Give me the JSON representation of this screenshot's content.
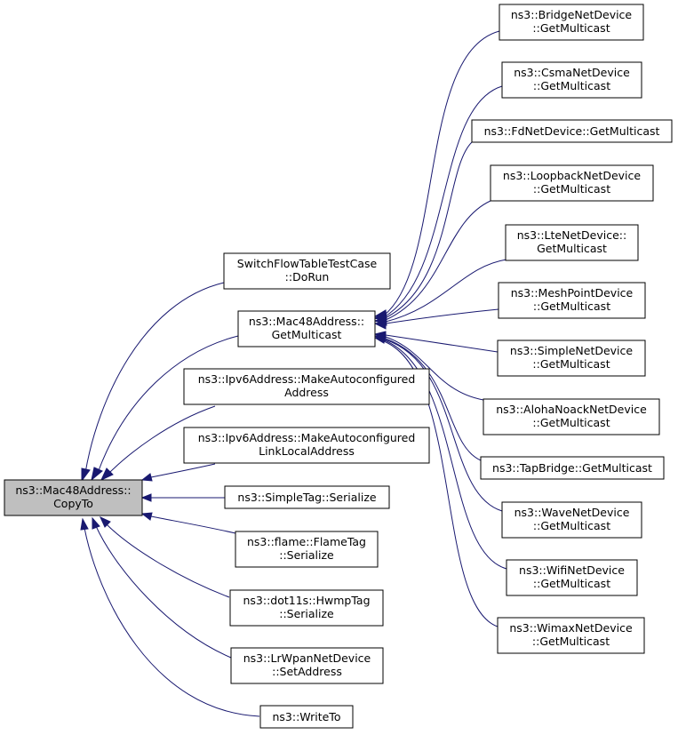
{
  "colors": {
    "edge": "#191970",
    "root_fill": "#bfbfbf",
    "node_fill": "#ffffff"
  },
  "nodes": {
    "copyto": [
      "ns3::Mac48Address::",
      "CopyTo"
    ],
    "getmulticast": [
      "ns3::Mac48Address::",
      "GetMulticast"
    ],
    "switchflow": [
      "SwitchFlowTableTestCase",
      "::DoRun"
    ],
    "ipv6auto": [
      "ns3::Ipv6Address::MakeAutoconfigured",
      "Address"
    ],
    "ipv6linklocal": [
      "ns3::Ipv6Address::MakeAutoconfigured",
      "LinkLocalAddress"
    ],
    "simpletag": [
      "ns3::SimpleTag::Serialize"
    ],
    "flametag": [
      "ns3::flame::FlameTag",
      "::Serialize"
    ],
    "hwmptag": [
      "ns3::dot11s::HwmpTag",
      "::Serialize"
    ],
    "lrwpan": [
      "ns3::LrWpanNetDevice",
      "::SetAddress"
    ],
    "writeto": [
      "ns3::WriteTo"
    ],
    "bridge": [
      "ns3::BridgeNetDevice",
      "::GetMulticast"
    ],
    "csma": [
      "ns3::CsmaNetDevice",
      "::GetMulticast"
    ],
    "fd": [
      "ns3::FdNetDevice::GetMulticast"
    ],
    "loopback": [
      "ns3::LoopbackNetDevice",
      "::GetMulticast"
    ],
    "lte": [
      "ns3::LteNetDevice::",
      "GetMulticast"
    ],
    "meshpoint": [
      "ns3::MeshPointDevice",
      "::GetMulticast"
    ],
    "simplenet": [
      "ns3::SimpleNetDevice",
      "::GetMulticast"
    ],
    "aloha": [
      "ns3::AlohaNoackNetDevice",
      "::GetMulticast"
    ],
    "tapbridge": [
      "ns3::TapBridge::GetMulticast"
    ],
    "wave": [
      "ns3::WaveNetDevice",
      "::GetMulticast"
    ],
    "wifi": [
      "ns3::WifiNetDevice",
      "::GetMulticast"
    ],
    "wimax": [
      "ns3::WimaxNetDevice",
      "::GetMulticast"
    ]
  }
}
